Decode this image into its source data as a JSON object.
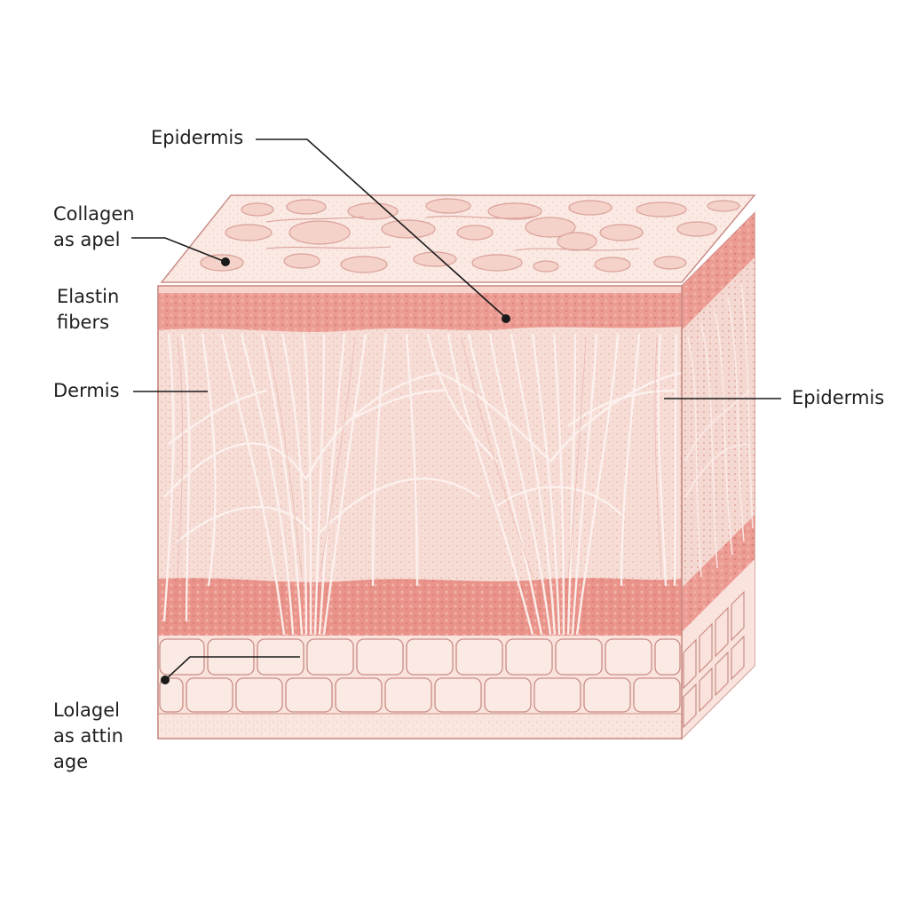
{
  "diagram": {
    "labels": {
      "epidermis_top": [
        "Epidermis"
      ],
      "collagen": [
        "Collagen",
        "as apel"
      ],
      "elastin": [
        "Elastin",
        "fibers"
      ],
      "dermis": [
        "Dermis"
      ],
      "epidermis_right": [
        "Epidermis"
      ],
      "bottom": [
        "Lolagel",
        "as attin",
        "age"
      ]
    },
    "colors": {
      "background": "#ffffff",
      "top_face": "#fbe8e2",
      "blob": "#f4cfc6",
      "band": "#ec9c93",
      "band_dark": "#e48e86",
      "dermis": "#f6ddd6",
      "side_face": "#efc4bb",
      "cells": "#f9e3dc",
      "outline": "#c98d86",
      "fiber": "#fdf4f1",
      "leader": "#1a1a1a"
    }
  }
}
